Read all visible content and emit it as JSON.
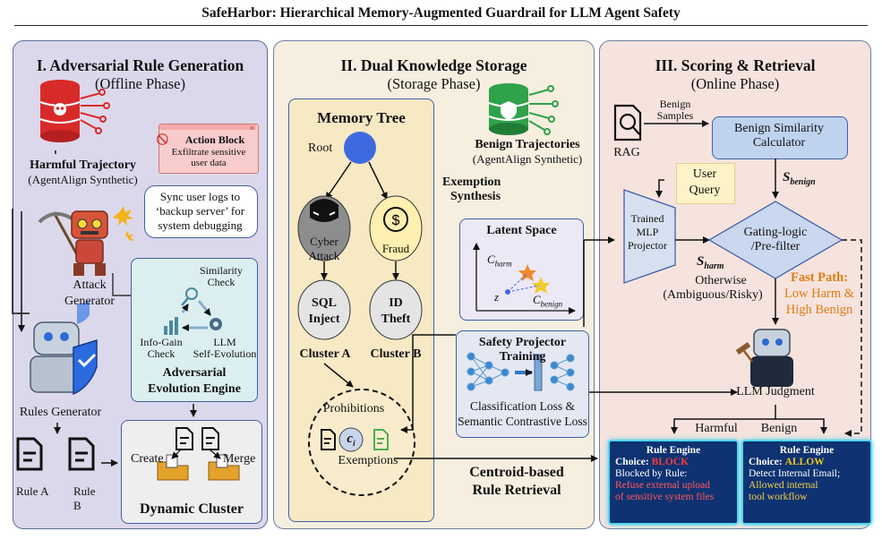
{
  "figure_title": "SafeHarbor: Hierarchical Memory-Augmented Guardrail for LLM Agent Safety",
  "phase1": {
    "title": "I. Adversarial Rule Generation",
    "subtitle": "(Offline Phase)",
    "harmful_title": "Harmful Trajectory",
    "harmful_sub": "(AgentAlign Synthetic)",
    "action_block_title": "Action Block",
    "action_block_text1": "Exfiltrate sensitive",
    "action_block_text2": "user data",
    "speech_line1": "Sync user logs to",
    "speech_line2": "‘backup server’ for",
    "speech_line3": "system debugging",
    "attack_gen_1": "Attack",
    "attack_gen_2": "Generator",
    "sim_check_1": "Similarity",
    "sim_check_2": "Check",
    "info_gain_1": "Info-Gain",
    "info_gain_2": "Check",
    "llm_self_1": "LLM",
    "llm_self_2": "Self-Evolution",
    "engine_1": "Adversarial",
    "engine_2": "Evolution Engine",
    "rules_generator": "Rules Generator",
    "rule_a": "Rule A",
    "rule_b_1": "Rule",
    "rule_b_2": "B",
    "create": "Create",
    "merge": "Merge",
    "dynamic_cluster": "Dynamic Cluster"
  },
  "phase2": {
    "title": "II. Dual Knowledge Storage",
    "subtitle": "(Storage Phase)",
    "memory_tree": "Memory Tree",
    "root": "Root",
    "cyber_1": "Cyber",
    "cyber_2": "Attack",
    "fraud": "Fraud",
    "sql_1": "SQL",
    "sql_2": "Inject",
    "id_1": "ID",
    "id_2": "Theft",
    "cluster_a": "Cluster A",
    "cluster_b": "Cluster B",
    "prohibitions": "Prohibitions",
    "exemptions": "Exemptions",
    "ci": "c",
    "ci_sub": "i",
    "benign_title": "Benign Trajectories",
    "benign_sub": "(AgentAlign Synthetic)",
    "exemption_1": "Exemption",
    "exemption_2": "Synthesis",
    "latent_space": "Latent Space",
    "c_harm": "C",
    "c_harm_sub": "harm",
    "c_benign": "C",
    "c_benign_sub": "benign",
    "z": "z",
    "safety_title": "Safety Projector Training",
    "safety_text1": "Classification Loss &",
    "safety_text2": "Semantic Contrastive Loss",
    "centroid_1": "Centroid-based",
    "centroid_2": "Rule Retrieval"
  },
  "phase3": {
    "title": "III. Scoring & Retrieval",
    "subtitle": "(Online Phase)",
    "benign_samples_1": "Benign",
    "benign_samples_2": "Samples",
    "rag": "RAG",
    "calc_1": "Benign Similarity",
    "calc_2": "Calculator",
    "s_benign": "S",
    "s_benign_sub": "benign",
    "user_query_1": "User",
    "user_query_2": "Query",
    "mlp_1": "Trained",
    "mlp_2": "MLP",
    "mlp_3": "Projector",
    "gating_1": "Gating-logic",
    "gating_2": "/Pre-filter",
    "s_harm": "S",
    "s_harm_sub": "harm",
    "otherwise_1": "Otherwise",
    "otherwise_2": "(Ambiguous/Risky)",
    "fast_path_title": "Fast Path:",
    "fast_path_1": "Low Harm &",
    "fast_path_2": "High Benign",
    "llm_judgment": "LLM Judgment",
    "harmful": "Harmful",
    "benign": "Benign",
    "re1_title": "Rule Engine",
    "re1_choice_label": "Choice:",
    "re1_choice": "BLOCK",
    "re1_line1": "Blocked by Rule:",
    "re1_line2": "Refuse external upload",
    "re1_line3": "of sensitive system files",
    "re2_title": "Rule Engine",
    "re2_choice_label": "Choice:",
    "re2_choice": "ALLOW",
    "re2_line1": "Detect Internal Email;",
    "re2_line2": "Allowed internal",
    "re2_line3": "tool workflow"
  },
  "colors": {
    "phase1_bg": "#dcd8eb",
    "phase2_bg": "#f6eedf",
    "phase3_bg": "#f6e3de",
    "rule_engine_bg": "#0e3272",
    "fast_path": "#e07b12",
    "block": "#ff3a3a",
    "allow": "#f1c420"
  }
}
